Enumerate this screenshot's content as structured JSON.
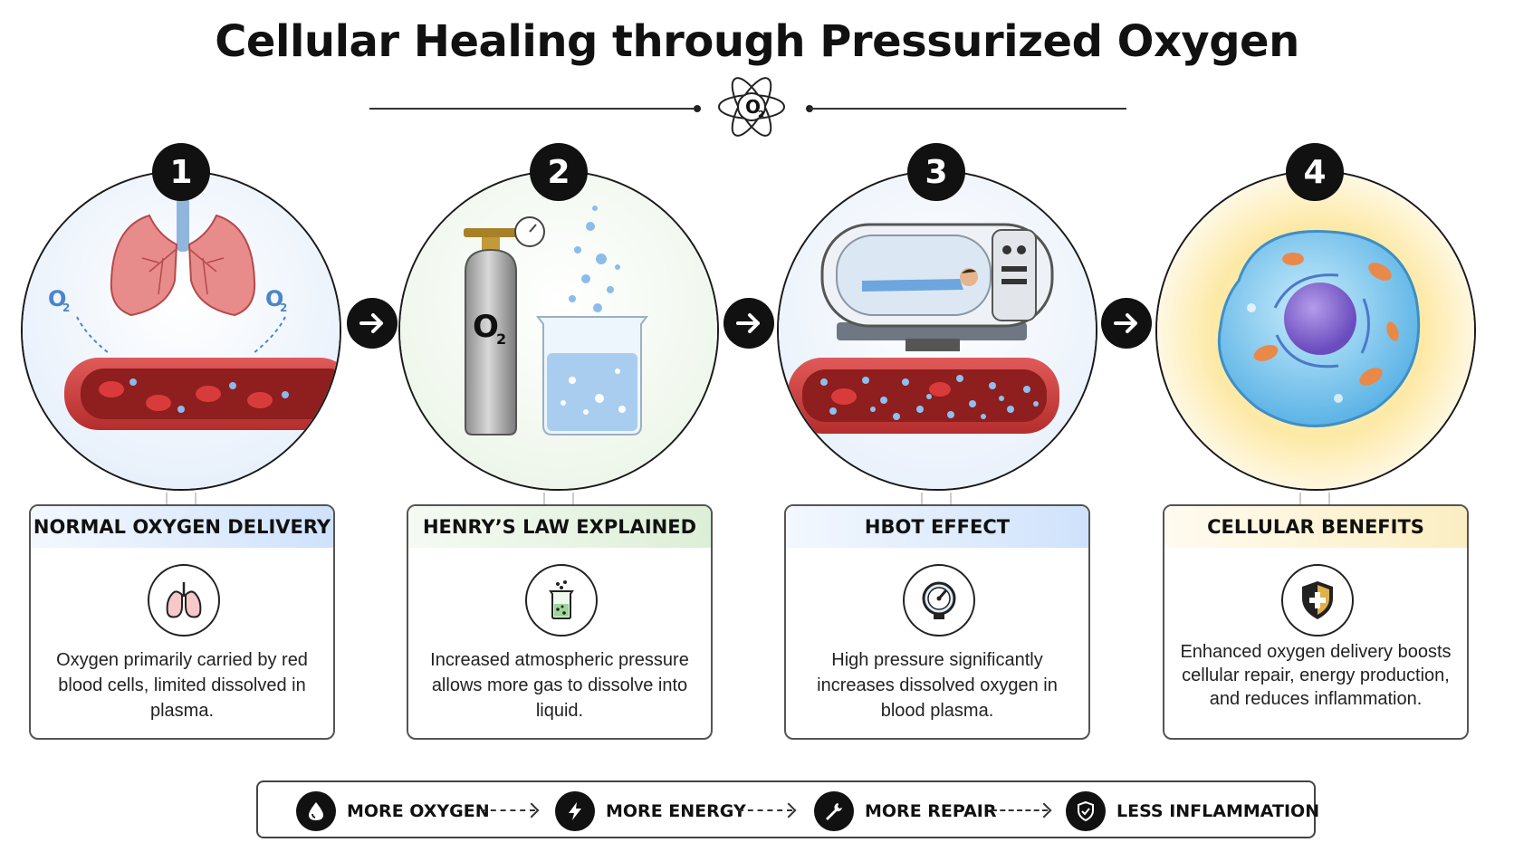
{
  "title": "Cellular Healing through Pressurized Oxygen",
  "emblem": {
    "symbol": "O",
    "subscript": "2"
  },
  "steps": [
    {
      "number": "1",
      "heading": "NORMAL OXYGEN DELIVERY",
      "description": "Oxygen primarily carried by red blood cells, limited dissolved in plasma.",
      "scene_labels": [
        "O",
        "O"
      ],
      "color": "#cfe2fb"
    },
    {
      "number": "2",
      "heading": "HENRY’S LAW EXPLAINED",
      "description": "Increased atmospheric pressure allows more gas to dissolve into liquid.",
      "scene_labels": [
        "O"
      ],
      "color": "#dcefd6"
    },
    {
      "number": "3",
      "heading": "HBOT EFFECT",
      "description": "High pressure significantly increases dissolved oxygen in blood plasma.",
      "color": "#cfe2fb"
    },
    {
      "number": "4",
      "heading": "CELLULAR BENEFITS",
      "description": "Enhanced oxygen delivery boosts cellular repair, energy production, and reduces inflammation.",
      "color": "#fbeec2"
    }
  ],
  "outcomes": [
    {
      "label": "MORE OXYGEN",
      "icon": "droplet-icon"
    },
    {
      "label": "MORE ENERGY",
      "icon": "lightning-icon"
    },
    {
      "label": "MORE REPAIR",
      "icon": "wrench-icon"
    },
    {
      "label": "LESS INFLAMMATION",
      "icon": "shield-icon"
    }
  ]
}
